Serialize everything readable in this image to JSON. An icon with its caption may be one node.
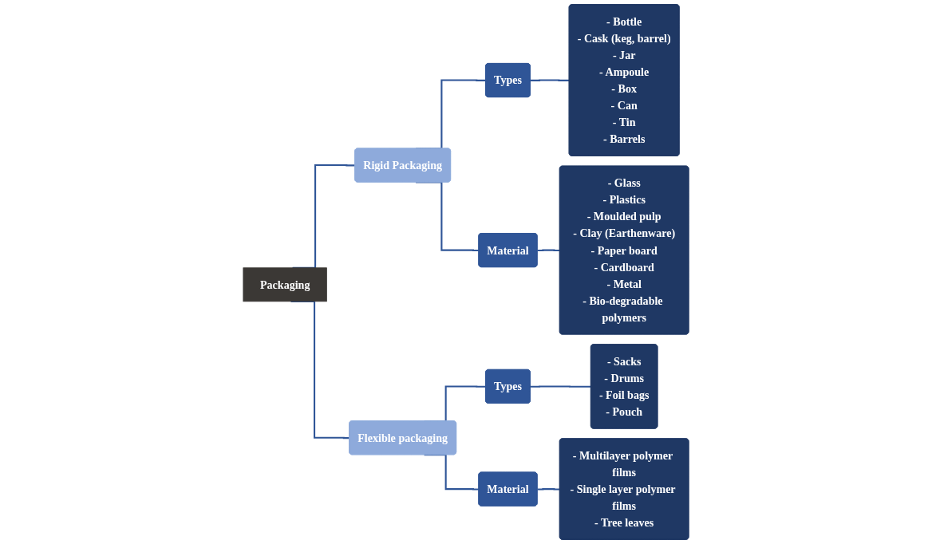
{
  "diagram": {
    "nodes": [
      {
        "text": [
          "Packaging"
        ]
      },
      {
        "text": [
          "Rigid Packaging"
        ]
      },
      {
        "text": [
          "Types"
        ]
      },
      {
        "text": [
          "- Bottle",
          "- Cask (keg, barrel)",
          "- Jar",
          "- Ampoule",
          "- Box",
          "- Can",
          "- Tin",
          "- Barrels"
        ]
      },
      {
        "text": [
          "Material"
        ]
      },
      {
        "text": [
          "- Glass",
          "- Plastics",
          "- Moulded pulp",
          "- Clay (Earthenware)",
          "- Paper board",
          "- Cardboard",
          "- Metal",
          "- Bio-degradable polymers"
        ]
      },
      {
        "text": [
          "Flexible packaging"
        ]
      },
      {
        "text": [
          "Types"
        ]
      },
      {
        "text": [
          "- Sacks",
          "- Drums",
          "- Foil bags",
          "- Pouch"
        ]
      },
      {
        "text": [
          "Material"
        ]
      },
      {
        "text": [
          "- Multilayer polymer films",
          "- Single layer polymer films",
          "- Tree leaves"
        ]
      }
    ],
    "edges": [
      {
        "from": 0,
        "to": 1,
        "arrow": "none"
      },
      {
        "from": 0,
        "to": 6,
        "arrow": "none"
      },
      {
        "from": 1,
        "to": 2,
        "arrow": "none"
      },
      {
        "from": 1,
        "to": 4,
        "arrow": "none"
      },
      {
        "from": 2,
        "to": 3,
        "arrow": "none"
      },
      {
        "from": 4,
        "to": 5,
        "arrow": "none"
      },
      {
        "from": 6,
        "to": 7,
        "arrow": "none"
      },
      {
        "from": 6,
        "to": 9,
        "arrow": "none"
      },
      {
        "from": 7,
        "to": 8,
        "arrow": "none"
      },
      {
        "from": 9,
        "to": 10,
        "arrow": "none"
      }
    ]
  }
}
